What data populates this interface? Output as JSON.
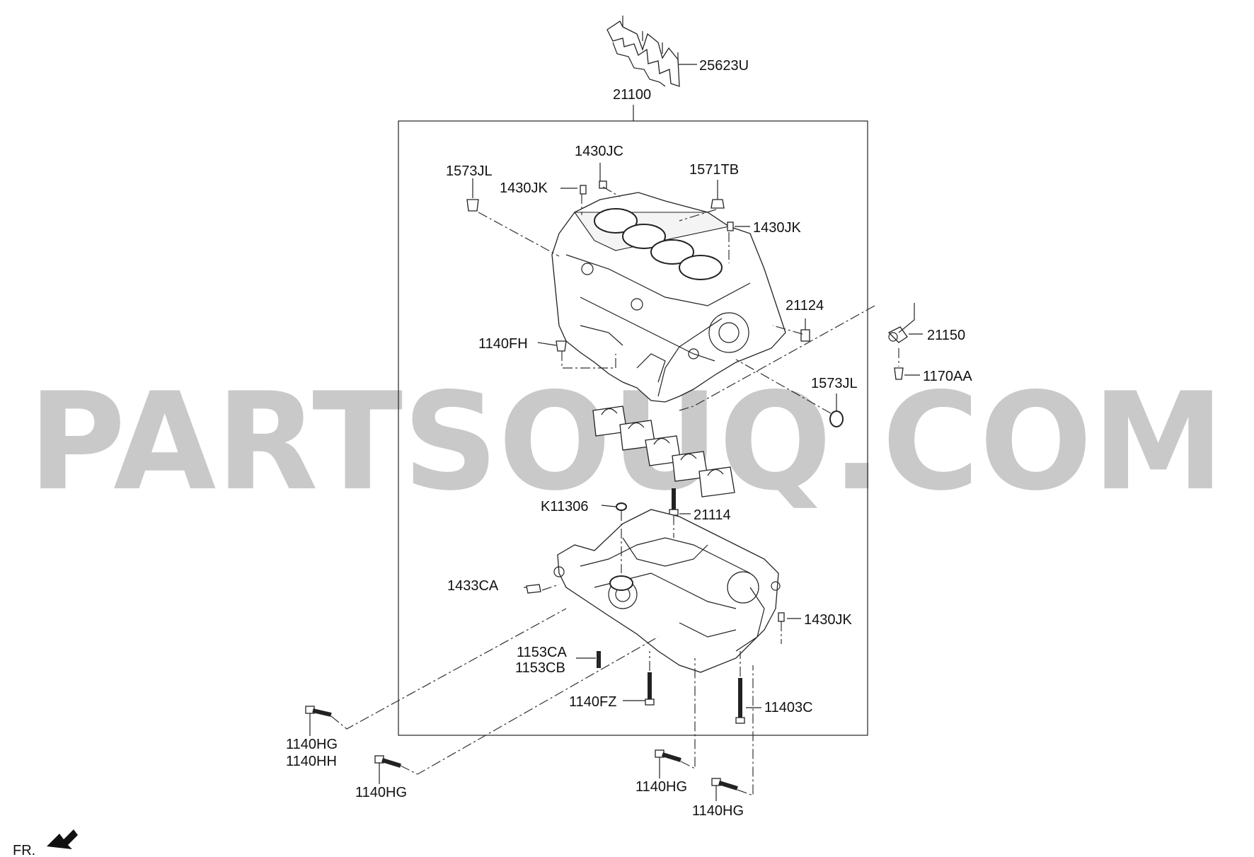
{
  "watermark": "PARTSOUQ.COM",
  "direction_label": "FR.",
  "labels": {
    "p25623U": "25623U",
    "p21100": "21100",
    "p1430JC": "1430JC",
    "p1573JL_top": "1573JL",
    "p1430JK_top": "1430JK",
    "p1571TB": "1571TB",
    "p1430JK_right": "1430JK",
    "p21124": "21124",
    "p21150": "21150",
    "p1140FH": "1140FH",
    "p1170AA": "1170AA",
    "p1573JL_right": "1573JL",
    "pK11306": "K11306",
    "p21114": "21114",
    "p1433CA": "1433CA",
    "p1430JK_low": "1430JK",
    "p1153CA": "1153CA",
    "p1153CB": "1153CB",
    "p1140FZ": "1140FZ",
    "p11403C": "11403C",
    "p1140HG_a": "1140HG",
    "p1140HH": "1140HH",
    "p1140HG_b": "1140HG",
    "p1140HG_c": "1140HG",
    "p1140HG_d": "1140HG"
  }
}
